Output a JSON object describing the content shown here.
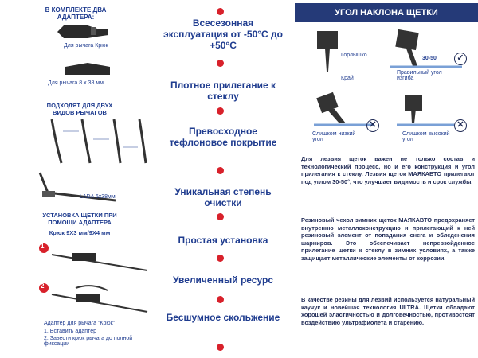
{
  "left": {
    "kit_title": "В КОМПЛЕКТЕ ДВА АДАПТЕРА:",
    "adapter1_label": "Для рычага Крюк",
    "adapter2_label": "Для рычага 8 х 38 мм",
    "fit_title": "ПОДХОДЯТ ДЛЯ ДВУХ ВИДОВ РЫЧАГОВ",
    "lada_label": "LADA 6x38мм",
    "install_title": "УСТАНОВКА ЩЕТКИ ПРИ ПОМОЩИ АДАПТЕРА",
    "install_sub": "Крюк 9Х3 мм/9Х4 мм",
    "step1": "1",
    "step2": "2",
    "note_title": "Адаптер для рычага \"Крюк\"",
    "note1": "1. Вставить адаптер",
    "note2": "2. Завести крюк рычага до полной фиксации"
  },
  "features": [
    "Всесезонная эксплуатация от -50°С до +50°С",
    "Плотное прилегание к стеклу",
    "Превосходное тефлоновое покрытие",
    "Уникальная степень очистки",
    "Простая установка",
    "Увеличенный ресурс",
    "Бесшумное скольжение"
  ],
  "right": {
    "header": "УГОЛ НАКЛОНА ЩЕТКИ",
    "neck_label": "Горлышко",
    "edge_label": "Край",
    "angle_range": "30-50",
    "correct_label": "Правильный угол изгиба",
    "low_label": "Слишком низкий угол",
    "high_label": "Слишком высокий угол",
    "para1": "Для лезвия щеток важен не только состав и технологический процесс, но и его конструкция и угол прилегания к стеклу. Лезвия щеток МАЯКАВТО прилегают под углом 30-50°, что улучшает видимость и срок службы.",
    "para2": "Резиновый чехол зимних щеток МАЯКАВТО предохраняет внутренню металлоконструкцию и прилегающий к ней резиновый элемент от попадания снега и обледенения шарниров. Это обеспечивает непревзойденное прилегание щетки к стеклу в зимних условиях, а также защищает металлические элементы от коррозии.",
    "para3": "В качестве резины для лезвий используется натуральный каучук и новейшая технология ULTRA. Щетки обладают хорошей эластичностью и долговечностью, противостоят воздействию ультрафиолета и старению."
  },
  "colors": {
    "accent": "#d8212b",
    "navy": "#253a78",
    "text": "#1f3c8f"
  }
}
